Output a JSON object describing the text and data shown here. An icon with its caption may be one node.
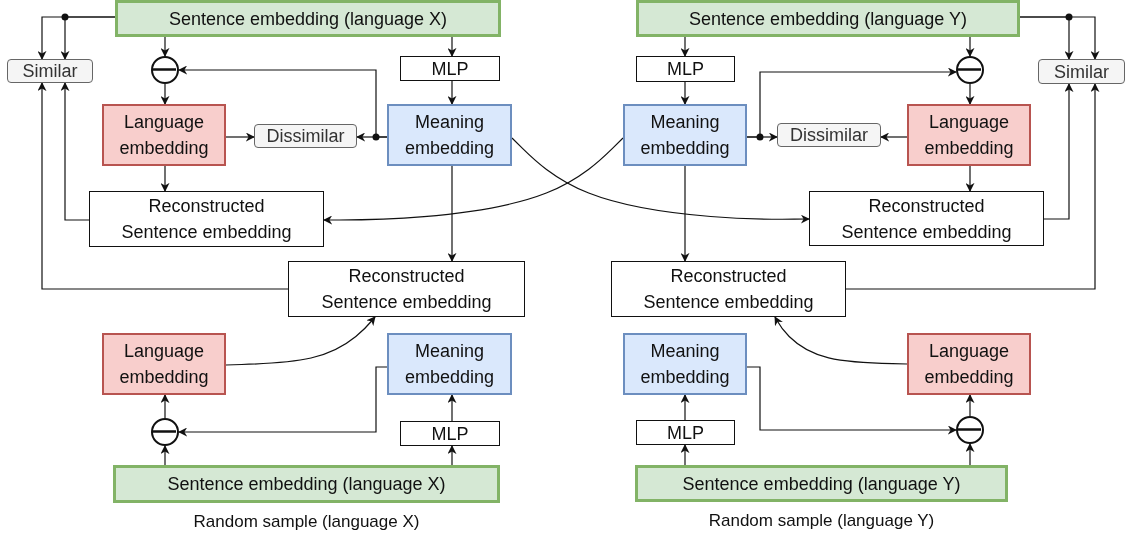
{
  "diagram": {
    "nodes": [
      {
        "text": [
          "Sentence embedding (language X)"
        ]
      },
      {
        "text": [
          "Similar"
        ]
      },
      {
        "text": [],
        "shape": "circle"
      },
      {
        "text": [
          "MLP"
        ]
      },
      {
        "text": [
          "Language embedding"
        ]
      },
      {
        "text": [
          "Dissimilar"
        ]
      },
      {
        "text": [
          "Meaning embedding"
        ]
      },
      {
        "text": [
          "Reconstructed Sentence embedding"
        ]
      },
      {
        "text": [
          "Reconstructed Sentence embedding"
        ]
      },
      {
        "text": [
          "Language embedding"
        ]
      },
      {
        "text": [
          "Meaning embedding"
        ]
      },
      {
        "text": [],
        "shape": "circle"
      },
      {
        "text": [
          "MLP"
        ]
      },
      {
        "text": [
          "Sentence embedding (language X)"
        ],
        "beside": [
          "Random sample (language X)"
        ]
      },
      {
        "text": [
          "Sentence embedding (language Y)"
        ]
      },
      {
        "text": [
          "MLP"
        ]
      },
      {
        "text": [],
        "shape": "circle"
      },
      {
        "text": [
          "Similar"
        ]
      },
      {
        "text": [
          "Meaning embedding"
        ]
      },
      {
        "text": [
          "Dissimilar"
        ]
      },
      {
        "text": [
          "Language embedding"
        ]
      },
      {
        "text": [
          "Reconstructed Sentence embedding"
        ]
      },
      {
        "text": [
          "Reconstructed Sentence embedding"
        ]
      },
      {
        "text": [
          "Meaning embedding"
        ]
      },
      {
        "text": [
          "Language embedding"
        ]
      },
      {
        "text": [
          "MLP"
        ]
      },
      {
        "text": [],
        "shape": "circle"
      },
      {
        "text": [
          "Sentence embedding (language Y)"
        ],
        "beside": [
          "Random sample (language Y)"
        ]
      }
    ],
    "edges": [
      {
        "from": 0,
        "to": 1,
        "arrow": "to"
      },
      {
        "from": 0,
        "to": 1,
        "arrow": "to"
      },
      {
        "from": 0,
        "to": 2,
        "arrow": "to"
      },
      {
        "from": 0,
        "to": 3,
        "arrow": "to"
      },
      {
        "from": 3,
        "to": 6,
        "arrow": "to"
      },
      {
        "from": 2,
        "to": 4,
        "arrow": "to"
      },
      {
        "from": 6,
        "to": 2,
        "arrow": "to"
      },
      {
        "from": 6,
        "to": 5,
        "arrow": "to"
      },
      {
        "from": 4,
        "to": 5,
        "arrow": "to"
      },
      {
        "from": 4,
        "to": 7,
        "arrow": "to"
      },
      {
        "from": 6,
        "to": 8,
        "arrow": "to"
      },
      {
        "from": 7,
        "to": 1,
        "arrow": "to"
      },
      {
        "from": 8,
        "to": 1,
        "arrow": "to"
      },
      {
        "from": 6,
        "to": 21,
        "arrow": "to"
      },
      {
        "from": 18,
        "to": 7,
        "arrow": "to"
      },
      {
        "from": 14,
        "to": 17,
        "arrow": "to"
      },
      {
        "from": 14,
        "to": 17,
        "arrow": "to"
      },
      {
        "from": 14,
        "to": 15,
        "arrow": "to"
      },
      {
        "from": 15,
        "to": 18,
        "arrow": "to"
      },
      {
        "from": 14,
        "to": 16,
        "arrow": "to"
      },
      {
        "from": 16,
        "to": 20,
        "arrow": "to"
      },
      {
        "from": 18,
        "to": 16,
        "arrow": "to"
      },
      {
        "from": 18,
        "to": 19,
        "arrow": "to"
      },
      {
        "from": 20,
        "to": 19,
        "arrow": "to"
      },
      {
        "from": 20,
        "to": 21,
        "arrow": "to"
      },
      {
        "from": 18,
        "to": 22,
        "arrow": "to"
      },
      {
        "from": 21,
        "to": 17,
        "arrow": "to"
      },
      {
        "from": 22,
        "to": 17,
        "arrow": "to"
      },
      {
        "from": 13,
        "to": 11,
        "arrow": "to"
      },
      {
        "from": 11,
        "to": 9,
        "arrow": "to"
      },
      {
        "from": 10,
        "to": 11,
        "arrow": "to"
      },
      {
        "from": 13,
        "to": 12,
        "arrow": "to"
      },
      {
        "from": 12,
        "to": 10,
        "arrow": "to"
      },
      {
        "from": 9,
        "to": 8,
        "arrow": "to"
      },
      {
        "from": 27,
        "to": 25,
        "arrow": "to"
      },
      {
        "from": 25,
        "to": 23,
        "arrow": "to"
      },
      {
        "from": 27,
        "to": 26,
        "arrow": "to"
      },
      {
        "from": 26,
        "to": 24,
        "arrow": "to"
      },
      {
        "from": 23,
        "to": 26,
        "arrow": "to"
      },
      {
        "from": 24,
        "to": 22,
        "arrow": "to"
      }
    ]
  }
}
